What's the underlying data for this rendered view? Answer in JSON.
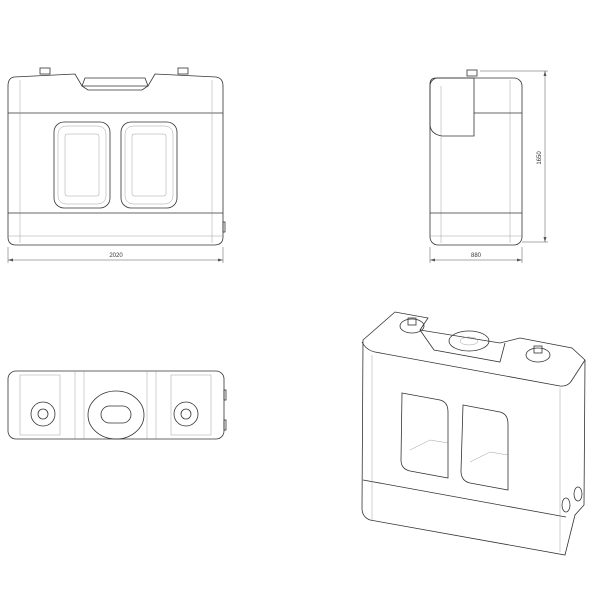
{
  "drawing": {
    "title_views": [
      "front",
      "side",
      "top",
      "isometric"
    ],
    "dimensions": {
      "width": "2020",
      "depth": "880",
      "height": "1650"
    },
    "line_color": "#333333"
  }
}
